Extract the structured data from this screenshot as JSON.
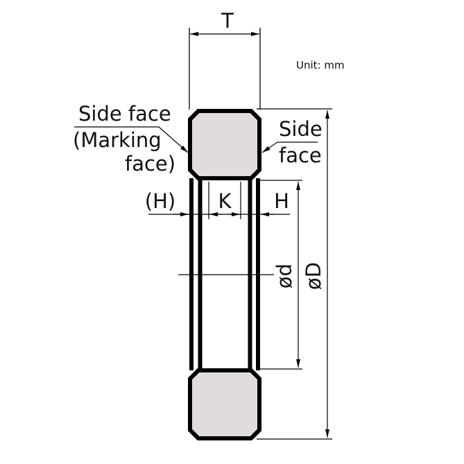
{
  "diagram": {
    "title_dimension": "T",
    "unit_label": "Unit: mm",
    "left_callout": {
      "line1": "Side face",
      "line2": "(Marking",
      "line3": "face)"
    },
    "right_callout": {
      "line1": "Side",
      "line2": "face"
    },
    "dimensions": {
      "H_left": "(H)",
      "K": "K",
      "H_right": "H",
      "inner_diameter": "ød",
      "outer_diameter": "øD"
    },
    "colors": {
      "outline": "#000000",
      "section_fill": "#e0dcdb",
      "background": "#ffffff"
    }
  }
}
